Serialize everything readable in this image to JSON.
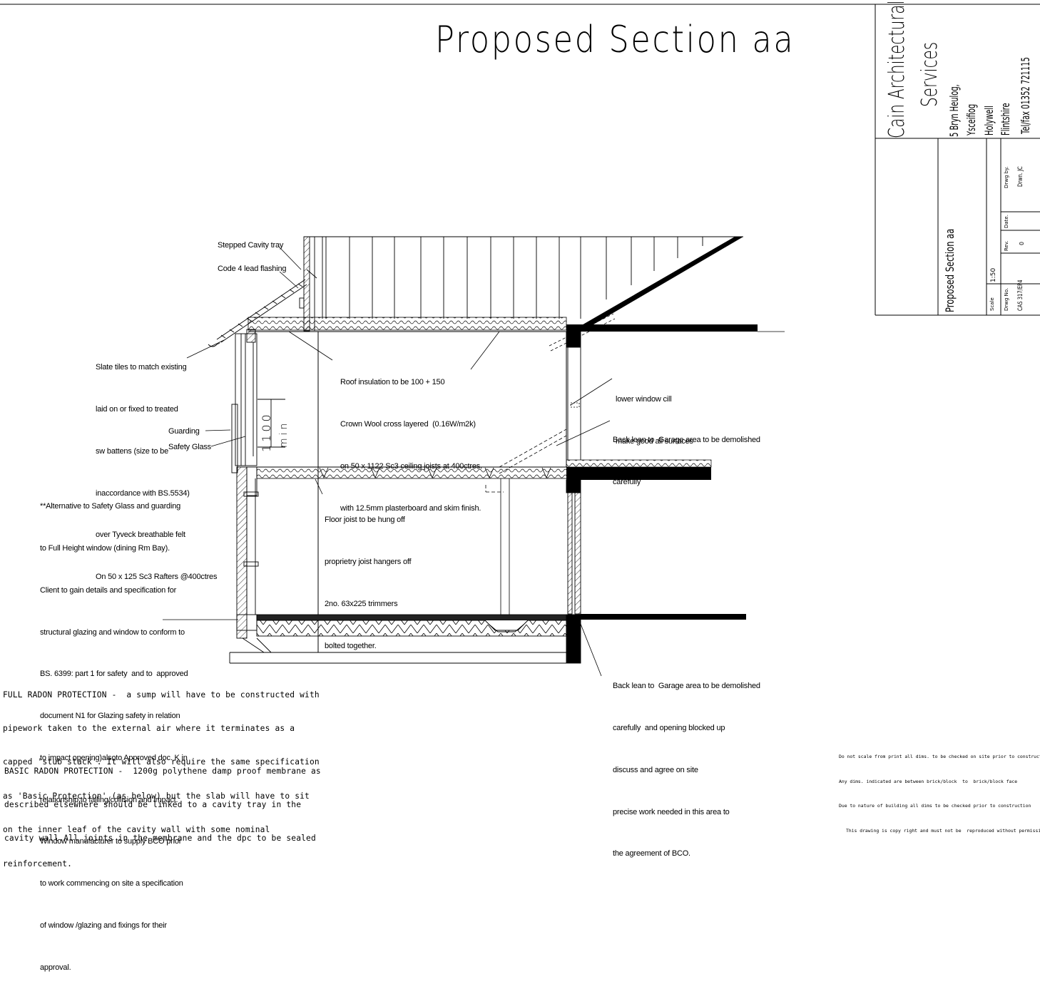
{
  "drawing": {
    "title": "Proposed Section aa"
  },
  "title_block": {
    "company_line1": "Cain Architectural",
    "company_line2": "Services",
    "address": [
      "5 Bryn Heulog,",
      "Ysceifiog",
      "Holywell",
      "Flintshire",
      "Tel/fax 01352 721115"
    ],
    "sheet_title": "Proposed Section aa",
    "scale_label": "Scale",
    "scale_value": "1:50",
    "drwg_no_label": "Drwg No.",
    "drwg_no_value": "CAS 317/EP4",
    "rev_label": "Rev.",
    "rev_value": "0",
    "date_label": "Date.",
    "drwg_by_label": "Drwg by.",
    "drwg_by_value": "Drwn. JC"
  },
  "annotations": {
    "stepped_cavity_tray": "Stepped Cavity tray",
    "lead_flashing": "Code 4 lead flashing",
    "slate_tiles": [
      "Slate tiles to match existing",
      "laid on or fixed to treated",
      "sw battens (size to be",
      "inaccordance with BS.5534)",
      "over Tyveck breathable felt",
      "On 50 x 125 Sc3 Rafters @400ctres"
    ],
    "roof_insulation": [
      "Roof insulation to be 100 + 150",
      "Crown Wool cross layered  (0.16W/m2k)",
      "on 50 x 1122 Sc3 ceiling joists at 400ctres.",
      "with 12.5mm plasterboard and skim finish."
    ],
    "lower_window_cill": [
      "lower window cill",
      "make good all surfaces"
    ],
    "back_lean_top": [
      "Back lean to  Garage area to be demolished",
      "carefully"
    ],
    "guarding": "Guarding",
    "safety_glass": "Safety Glass",
    "dimension": "1100",
    "dimension_suffix": "min",
    "alternative_safety": [
      "**Alternative to Safety Glass and guarding",
      "to Full Height window (dining Rm Bay).",
      "Client to gain details and specification for",
      "structural glazing and window to conform to",
      "BS. 6399: part 1 for safety  and to  approved",
      "document N1 for Glazing safety in relation",
      "to impact opening)alsoto Approved doc. K in",
      "relationship to falling/collision and impact.",
      "Window manufacturer to supply BCO prior",
      "to work commencing on site a specification",
      "of window /glazing and fixings for their",
      "approval."
    ],
    "floor_joist": [
      "Floor joist to be hung off",
      "proprietry joist hangers off",
      "2no. 63x225 trimmers",
      "bolted together."
    ],
    "back_lean_bottom": [
      "Back lean to  Garage area to be demolished",
      "carefully  and opening blocked up",
      "discuss and agree on site",
      "precise work needed in this area to",
      "the agreement of BCO."
    ]
  },
  "radon": {
    "full": [
      "FULL RADON PROTECTION -  a sump will have to be constructed with",
      "pipework taken to the external air where it terminates as a",
      "capped 'stub stack'. It will also require the same specification",
      "as 'Basic Protection' (as below) but the slab will have to sit",
      "on the inner leaf of the cavity wall with some nominal",
      "reinforcement."
    ],
    "basic": [
      "BASIC RADON PROTECTION -  1200g polythene damp proof membrane as",
      "described elsewhere should be linked to a cavity tray in the",
      "cavity wall.All joints in the membrane and the dpc to be sealed"
    ]
  },
  "disclaimer": [
    "Do not scale from print all dims. to be checked on site prior to construction.",
    "Any dims. indicated are between brick/block  to  brick/block face",
    "Due to nature of building all dims to be checked prior to construction",
    "This drawing is copy right and must not be  reproduced without permission."
  ]
}
